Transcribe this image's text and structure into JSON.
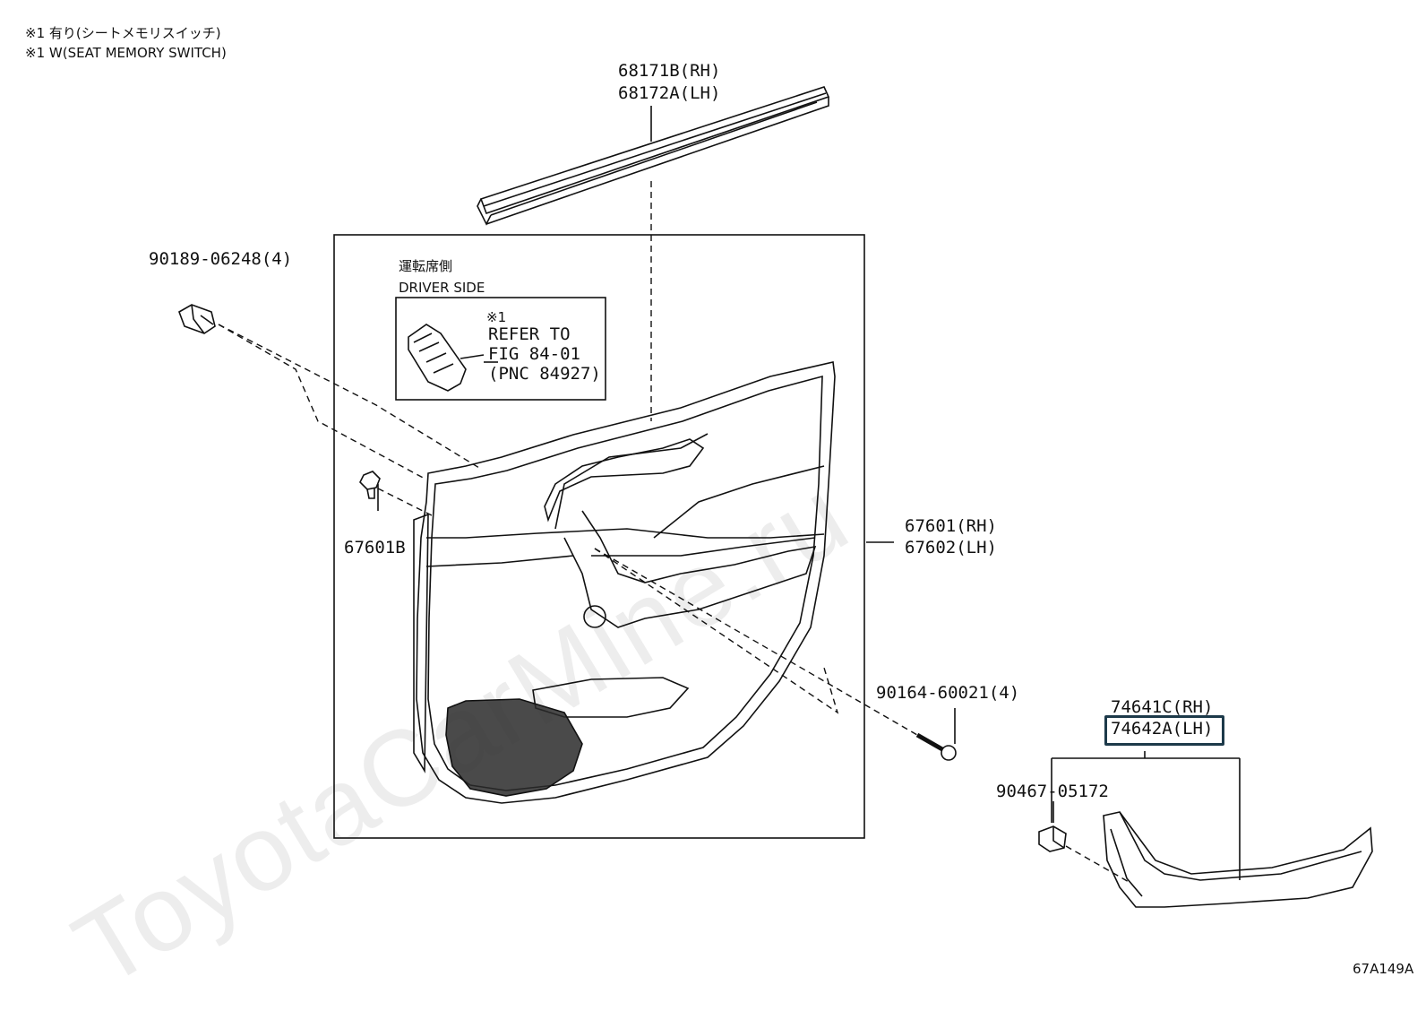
{
  "notes": {
    "line1": "※1 有り(シートメモリスイッチ)",
    "line2": "※1 W(SEAT MEMORY SWITCH)"
  },
  "inset": {
    "title_jp": "運転席側",
    "title_en": "DRIVER SIDE",
    "ref_mark": "※1",
    "ref_line1": "REFER TO",
    "ref_line2": "FIG 84-01",
    "ref_line3": "(PNC 84927)"
  },
  "parts": {
    "weatherstrip_rh": "68171B(RH)",
    "weatherstrip_lh": "68172A(LH)",
    "clip_top": "90189-06248(4)",
    "clip_small": "67601B",
    "panel_rh": "67601(RH)",
    "panel_lh": "67602(LH)",
    "screw": "90164-60021(4)",
    "armrest_rh": "74641C(RH)",
    "armrest_lh": "74642A(LH)",
    "armrest_clip": "90467-05172"
  },
  "highlight_color": "#1d3a4a",
  "watermark": "ToyotaCarMine.ru",
  "figure_id": "67A149A"
}
